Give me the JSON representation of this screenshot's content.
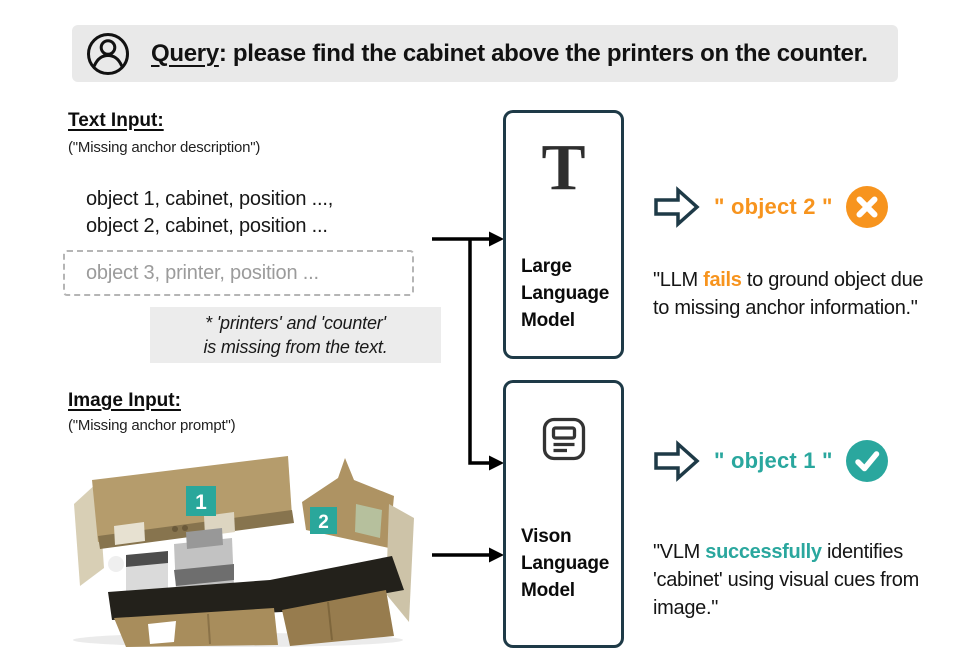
{
  "palette": {
    "orange": "#f7941e",
    "teal": "#2aa79e",
    "navy": "#1e3a47",
    "query_bg": "#e9e9e9",
    "note_bg": "#ececec",
    "muted": "#9b9b9b"
  },
  "query": {
    "label": "Query",
    "rest": ": please find the cabinet above the printers on the counter.",
    "icon": "user-icon"
  },
  "text_input": {
    "heading": "Text Input:",
    "subtitle": "(\"Missing anchor description\")",
    "lines": [
      "object 1, cabinet, position ...,",
      "object 2, cabinet, position ..."
    ],
    "missing_line": "object 3, printer,  position ...",
    "note_line1": "* 'printers' and 'counter'",
    "note_line2": "is missing from the text."
  },
  "image_input": {
    "heading": "Image Input:",
    "subtitle": "(\"Missing anchor prompt\")",
    "badges": [
      "1",
      "2"
    ]
  },
  "models": {
    "llm": {
      "icon": "serif-T-icon",
      "icon_glyph": "T",
      "lines": [
        "Large",
        "Language",
        "Model"
      ]
    },
    "vlm": {
      "icon": "document-icon",
      "lines": [
        "Vison",
        "Language",
        "Model"
      ]
    }
  },
  "outputs": {
    "llm": {
      "arrow_icon": "hollow-right-arrow-icon",
      "text": "\" object 2 \"",
      "status_icon": "x-circle-icon",
      "caption_prefix": "\"LLM ",
      "caption_highlight": "fails",
      "caption_suffix": " to ground object due to missing anchor information.\""
    },
    "vlm": {
      "arrow_icon": "hollow-right-arrow-icon",
      "text": "\" object 1 \"",
      "status_icon": "check-circle-icon",
      "caption_prefix": "\"VLM ",
      "caption_highlight": "successfully",
      "caption_suffix": " identifies 'cabinet' using visual cues from image.\""
    }
  }
}
